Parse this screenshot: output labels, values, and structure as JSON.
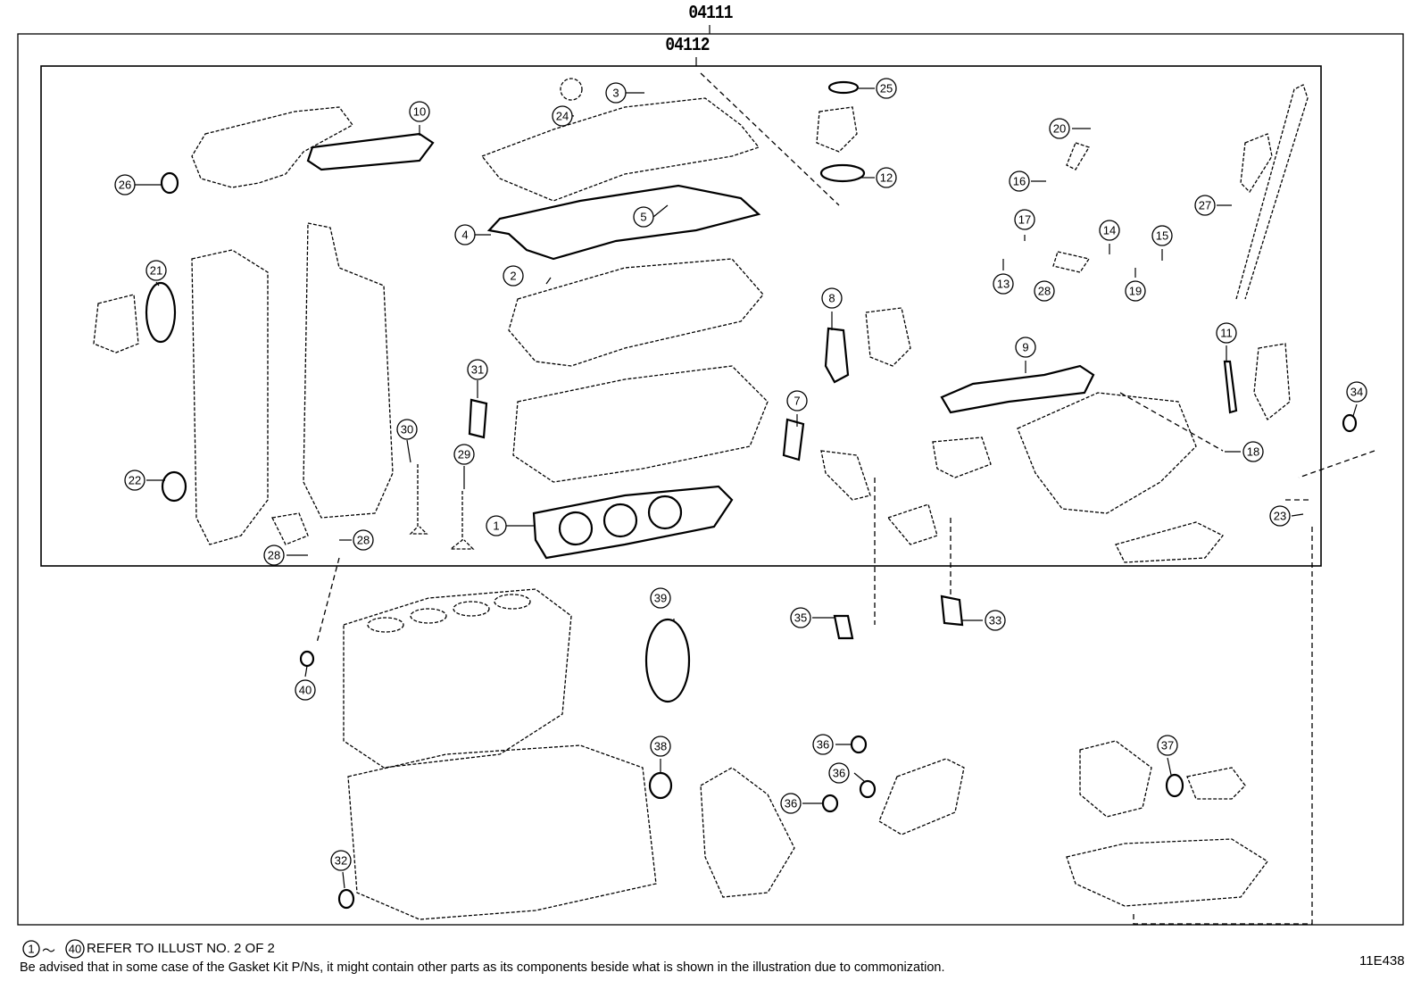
{
  "kits": {
    "outer_code": "04111",
    "inner_code": "04112"
  },
  "callouts": [
    "1",
    "2",
    "3",
    "4",
    "5",
    "7",
    "8",
    "9",
    "10",
    "11",
    "12",
    "13",
    "14",
    "15",
    "16",
    "17",
    "18",
    "19",
    "20",
    "21",
    "22",
    "23",
    "24",
    "25",
    "26",
    "27",
    "28",
    "29",
    "30",
    "31",
    "32",
    "33",
    "34",
    "35",
    "36",
    "37",
    "38",
    "39",
    "40"
  ],
  "note": {
    "range_start": "1",
    "range_sep": "～",
    "range_end": "40",
    "refer_text": "REFER TO ILLUST NO. 2 OF 2",
    "disclaimer": "Be advised that in some case of the Gasket Kit P/Ns,  it might contain other parts as its components beside what is shown in the illustration due to commonization."
  },
  "illustration_code": "11E438"
}
